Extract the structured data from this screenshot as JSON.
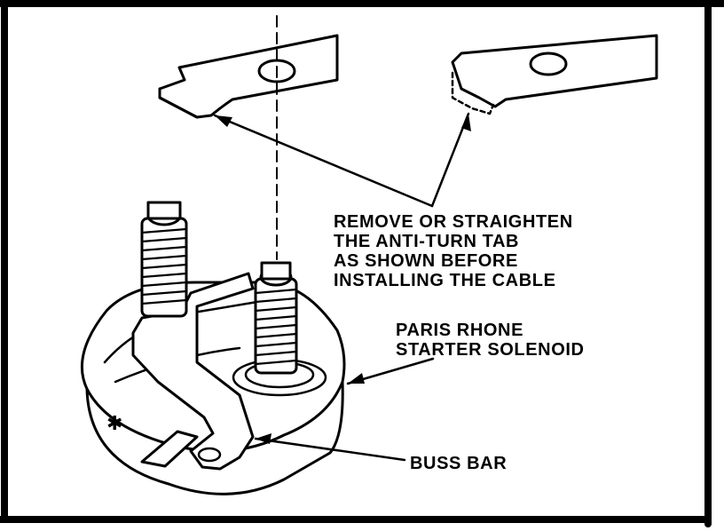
{
  "labels": {
    "tab_callout": [
      "REMOVE OR STRAIGHTEN",
      "THE ANTI-TURN TAB",
      "AS SHOWN BEFORE",
      "INSTALLING THE CABLE"
    ],
    "solenoid_callout": [
      "PARIS RHONE",
      "STARTER SOLENOID"
    ],
    "buss_callout": "BUSS BAR",
    "mark_symbol": "✱"
  }
}
